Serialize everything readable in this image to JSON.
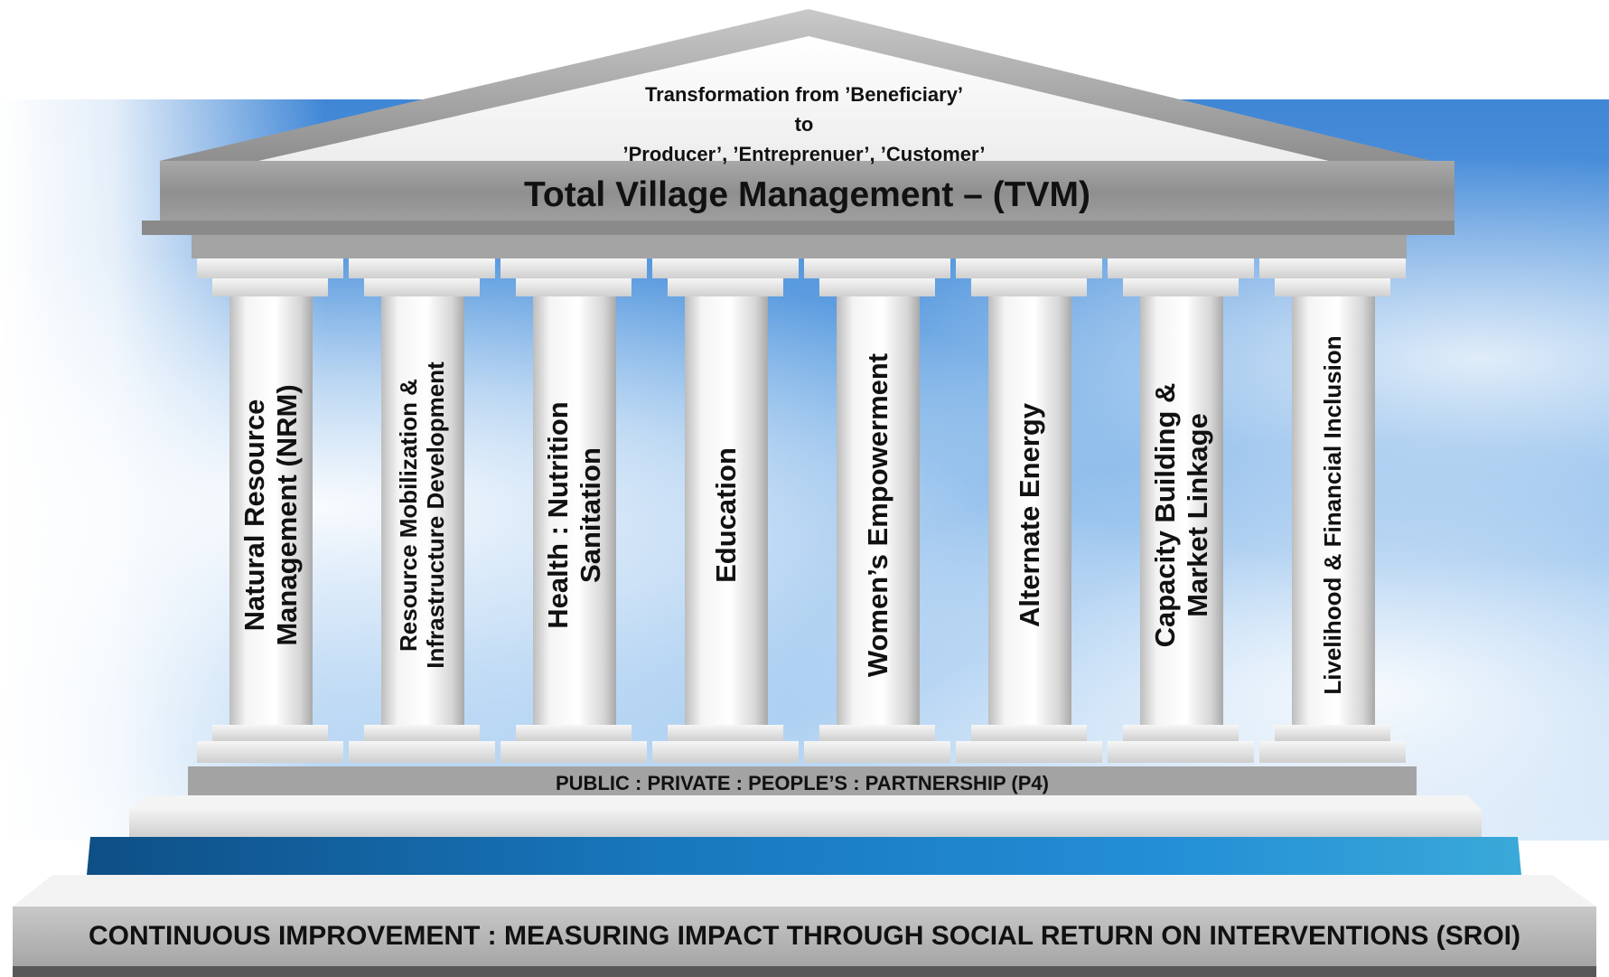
{
  "roof": {
    "line1": "Transformation from ’Beneficiary’",
    "line2": "to",
    "line3": "’Producer’, ’Entreprenuer’, ’Customer’"
  },
  "title": "Total Village Management – (TVM)",
  "pillars": [
    {
      "line1": "Natural Resource",
      "line2": "Management (NRM)"
    },
    {
      "line1": "Resource Mobilization &",
      "line2": "Infrastructure Development"
    },
    {
      "line1": "Health : Nutrition",
      "line2": "Sanitation"
    },
    {
      "line1": "Education",
      "line2": ""
    },
    {
      "line1": "Women’s Empowerment",
      "line2": ""
    },
    {
      "line1": "Alternate Energy",
      "line2": ""
    },
    {
      "line1": "Capacity Building &",
      "line2": "Market Linkage"
    },
    {
      "line1": "Livelihood & Financial Inclusion",
      "line2": ""
    }
  ],
  "foundation_label": "PUBLIC : PRIVATE : PEOPLE’S : PARTNERSHIP (P4)",
  "base_label": "CONTINUOUS IMPROVEMENT : MEASURING IMPACT THROUGH SOCIAL RETURN ON INTERVENTIONS (SROI)",
  "colors": {
    "stone": "#9a9a9a",
    "column": "#e8e8e8",
    "blue_step": "#1f7fc0",
    "sky": "#5c9fe0"
  }
}
